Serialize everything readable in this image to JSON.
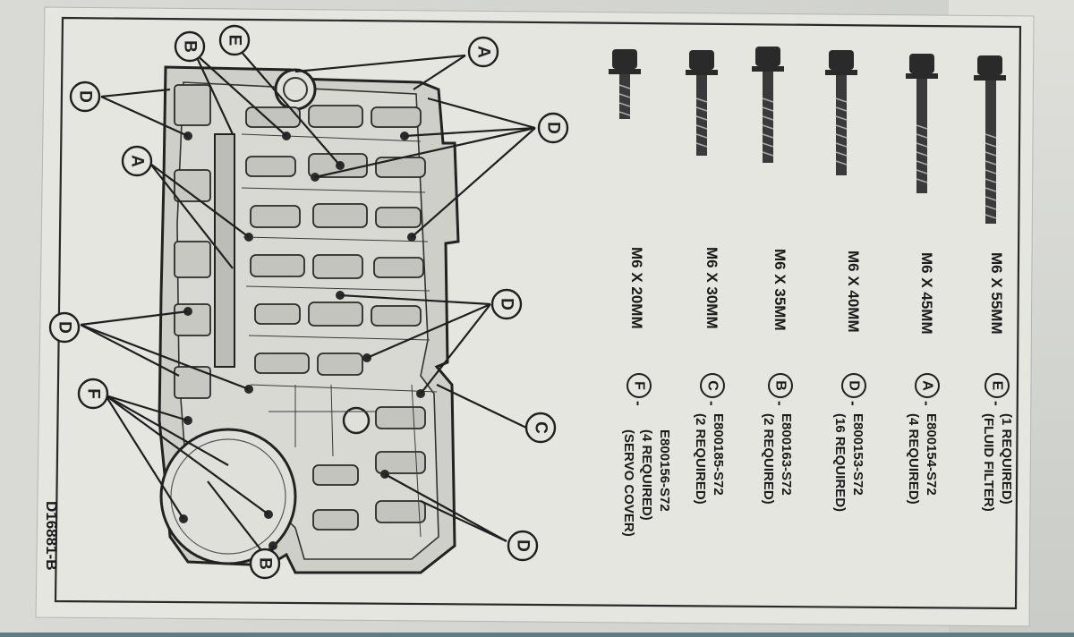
{
  "figure_id": "D16881-B",
  "colors": {
    "paper": "#e4e4df",
    "ink": "#1c1c1c",
    "background": "#5f7c82"
  },
  "bolts": [
    {
      "size": "M6 X 55MM",
      "letter": "E",
      "qty_line": "(1 REQUIRED)",
      "note": "(FLUID FILTER)"
    },
    {
      "size": "M6 X 45MM",
      "letter": "A",
      "part": "E800154-S72",
      "qty_line": "(4 REQUIRED)"
    },
    {
      "size": "M6 X 40MM",
      "letter": "D",
      "part": "E800153-S72",
      "qty_line": "(16 REQUIRED)"
    },
    {
      "size": "M6 X 35MM",
      "letter": "B",
      "part": "E800163-S72",
      "qty_line": "(2 REQUIRED)"
    },
    {
      "size": "M6 X 30MM",
      "letter": "C",
      "part": "E800185-S72",
      "qty_line": "(2 REQUIRED)"
    },
    {
      "size": "M6 X 20MM",
      "letter": "F",
      "part": "E800156-S72",
      "qty_line": "(4 REQUIRED)",
      "note": "(SERVO COVER)"
    }
  ],
  "callouts": {
    "B_top": "B",
    "E_top": "E",
    "A_top": "A",
    "D_left_top": "D",
    "A_mid": "A",
    "D_right_top": "D",
    "D_left_bottom": "D",
    "D_right_mid": "D",
    "F_left": "F",
    "C_right": "C",
    "D_right_bottom": "D",
    "B_bottom": "B"
  }
}
